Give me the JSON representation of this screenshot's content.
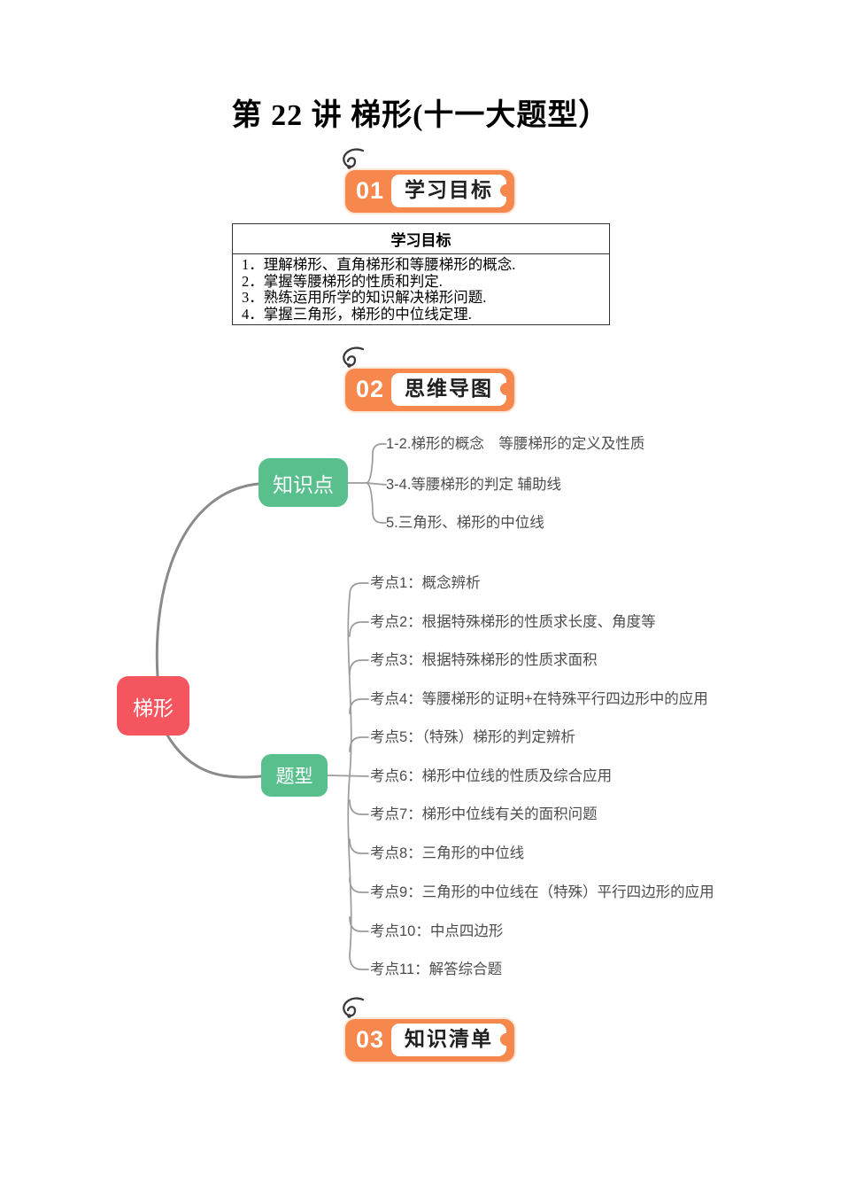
{
  "colors": {
    "accent-orange": "#F6874D",
    "node-green": "#58BF8D",
    "node-red": "#F5555F",
    "line-gray": "#8A8A8A",
    "leaf-text": "#4D4D4D"
  },
  "page": {
    "title": "第 22 讲 梯形(十一大题型）"
  },
  "sections": [
    {
      "number": "01",
      "label": "学习目标"
    },
    {
      "number": "02",
      "label": "思维导图"
    },
    {
      "number": "03",
      "label": "知识清单"
    }
  ],
  "objectives": {
    "header": "学习目标",
    "items": [
      "1．理解梯形、直角梯形和等腰梯形的概念.",
      "2．掌握等腰梯形的性质和判定.",
      "3．熟练运用所学的知识解决梯形问题.",
      "4．掌握三角形，梯形的中位线定理."
    ]
  },
  "mindmap": {
    "root": "梯形",
    "knowledge": {
      "label": "知识点",
      "children": [
        "1-2.梯形的概念　等腰梯形的定义及性质",
        "3-4.等腰梯形的判定 辅助线",
        "5.三角形、梯形的中位线"
      ]
    },
    "topics": {
      "label": "题型",
      "children": [
        "考点1：概念辨析",
        "考点2：根据特殊梯形的性质求长度、角度等",
        "考点3：根据特殊梯形的性质求面积",
        "考点4：等腰梯形的证明+在特殊平行四边形中的应用",
        "考点5：（特殊）梯形的判定辨析",
        "考点6：梯形中位线的性质及综合应用",
        "考点7：梯形中位线有关的面积问题",
        "考点8：三角形的中位线",
        "考点9：三角形的中位线在（特殊）平行四边形的应用",
        "考点10：中点四边形",
        "考点11：解答综合题"
      ]
    }
  }
}
